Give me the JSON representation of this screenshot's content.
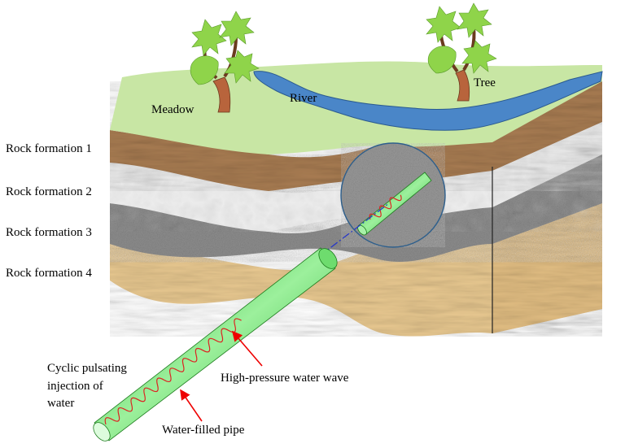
{
  "labels": {
    "meadow": "Meadow",
    "river": "River",
    "tree": "Tree",
    "rock1": "Rock formation 1",
    "rock2": "Rock formation 2",
    "rock3": "Rock formation 3",
    "rock4": "Rock formation 4",
    "injection_line1": "Cyclic pulsating",
    "injection_line2": "injection of",
    "injection_line3": "water",
    "wave": "High-pressure water wave",
    "pipe": "Water-filled pipe"
  },
  "colors": {
    "meadow": "#c8e6a4",
    "river": "#4a86c8",
    "rock1": "#a57a52",
    "rock2": "#e6e6e6",
    "rock3": "#8a8a8a",
    "rock4": "#e8c890",
    "pipe": "#44cc44",
    "wave": "#dd2222",
    "arrow": "#ee0000",
    "axis": "#2233cc",
    "tree_leaf": "#8fd44a",
    "tree_trunk": "#b8643c"
  }
}
